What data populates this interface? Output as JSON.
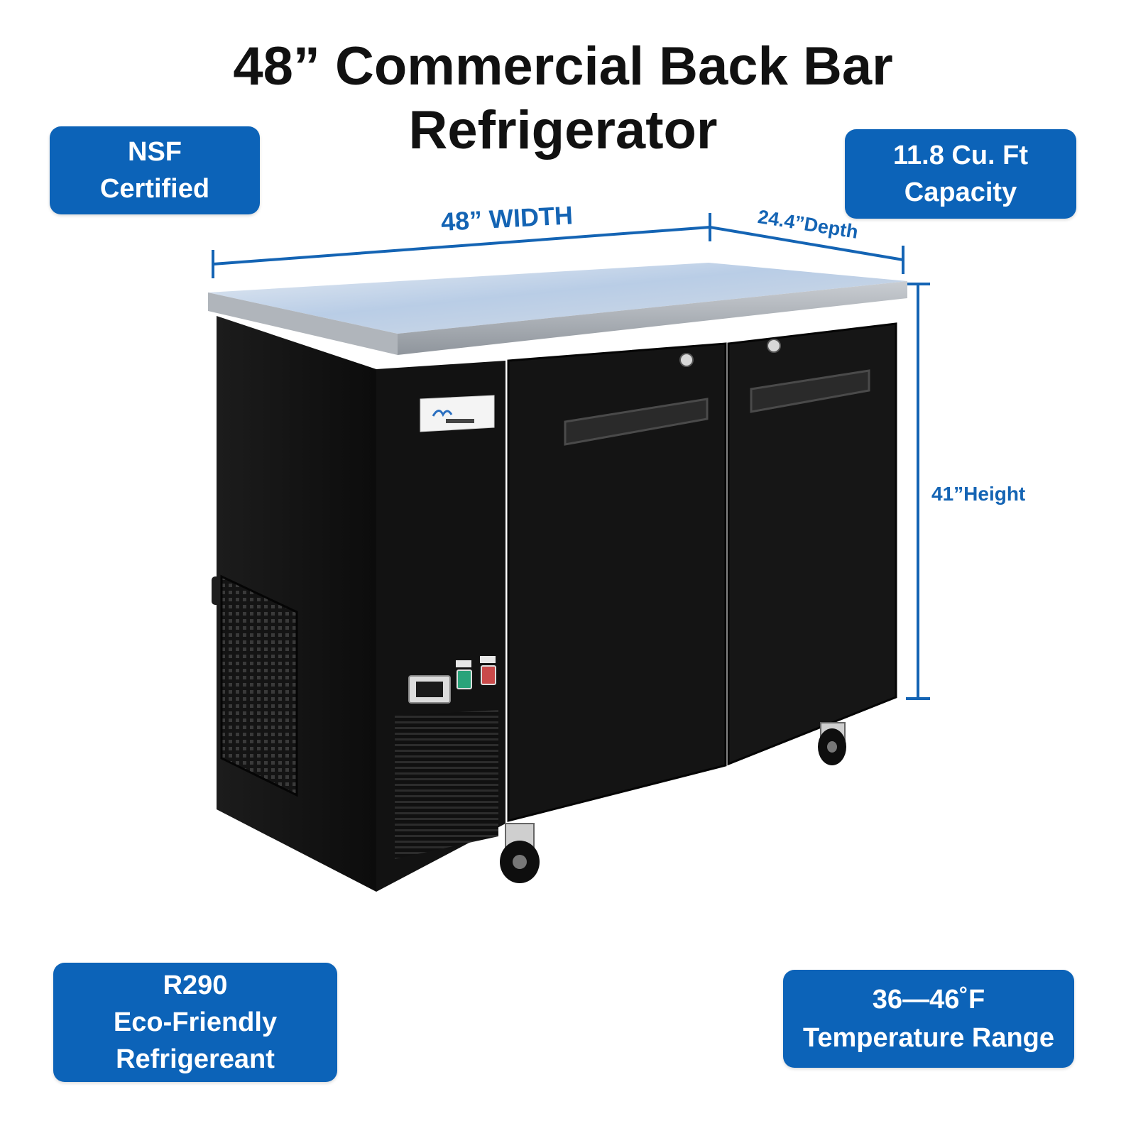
{
  "title": {
    "line1": "48” Commercial Back Bar",
    "line2": "Refrigerator"
  },
  "badges": {
    "nsf": {
      "line1": "NSF",
      "line2": "Certified"
    },
    "capacity": {
      "line1": "11.8 Cu. Ft",
      "line2": "Capacity"
    },
    "refrigerant": {
      "line1": "R290",
      "line2": "Eco-Friendly",
      "line3": "Refrigereant"
    },
    "temperature": {
      "line1": "36—46˚F",
      "line2": "Temperature Range"
    }
  },
  "dimensions": {
    "width": "48” WIDTH",
    "depth": "24.4”Depth",
    "height": "41”Height"
  },
  "colors": {
    "badge_blue": "#0c63b8",
    "dimension_blue": "#1464b4",
    "cabinet_black": "#111111"
  }
}
